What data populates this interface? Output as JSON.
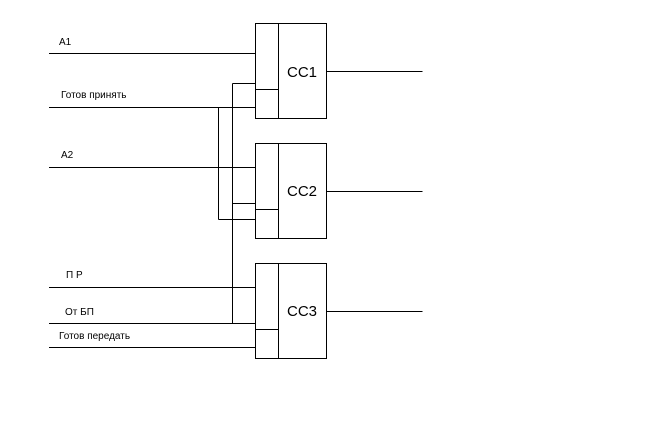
{
  "diagram": {
    "signals": {
      "a1": "A1",
      "ready_receive": "Готов принять",
      "a2": "A2",
      "pr": "П Р",
      "from_bp": "От БП",
      "ready_send": "Готов передать"
    },
    "blocks": {
      "cc1": "СС1",
      "cc2": "СС2",
      "cc3": "СС3"
    }
  }
}
